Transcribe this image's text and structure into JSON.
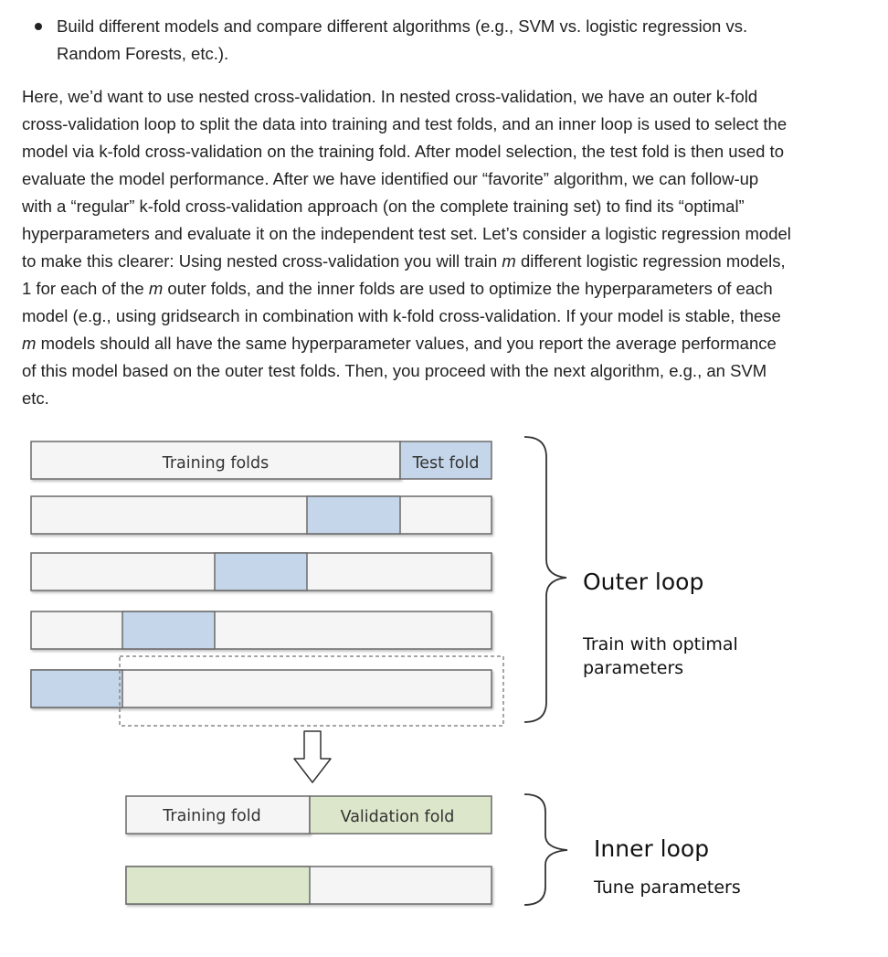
{
  "bullet": {
    "line1": "Build different models and compare different algorithms (e.g., SVM vs. logistic regression vs.",
    "line2": "Random Forests, etc.)."
  },
  "paragraph": {
    "l1": "Here, we’d want to use nested cross-validation. In nested cross-validation, we have an outer k-fold",
    "l2": "cross-validation loop to split the data into training and test folds, and an inner loop is used to select the",
    "l3": "model via k-fold cross-validation on the training fold. After model selection, the test fold is then used to",
    "l4": "evaluate the model performance. After we have identified our “favorite” algorithm, we can follow-up",
    "l5": "with a “regular” k-fold cross-validation approach (on the complete training set) to find its “optimal”",
    "l6": "hyperparameters and evaluate it on the independent test set. Let’s consider a logistic regression model",
    "l7": "to make this clearer: Using nested cross-validation you will train",
    "l7_var": "m",
    "l7_end": "different logistic regression models,",
    "l8_start": "1 for each of the",
    "l8_var": "m",
    "l8_end": "outer folds, and the inner folds are used to optimize the hyperparameters of each",
    "l9": "model (e.g., using gridsearch in combination with k-fold cross-validation. If your model is stable, these",
    "l10_var": "m",
    "l10_end": "models should all have the same hyperparameter values, and you report the average performance",
    "l11": "of this model based on the outer test folds. Then, you proceed with the next algorithm, e.g., an SVM",
    "l12": "etc."
  },
  "diagram": {
    "training_folds_label": "Training folds",
    "test_fold_label": "Test fold",
    "outer_loop_label": "Outer loop",
    "outer_desc_line1": "Train with optimal",
    "outer_desc_line2": "parameters",
    "training_fold_label": "Training fold",
    "validation_fold_label": "Validation fold",
    "inner_loop_label": "Inner loop",
    "inner_desc": "Tune parameters",
    "colors": {
      "test_fold_fill": "#c5d6ea",
      "validation_fill": "#dce6ca",
      "white_fill": "#f5f5f5",
      "border": "#6b6b6b"
    }
  }
}
